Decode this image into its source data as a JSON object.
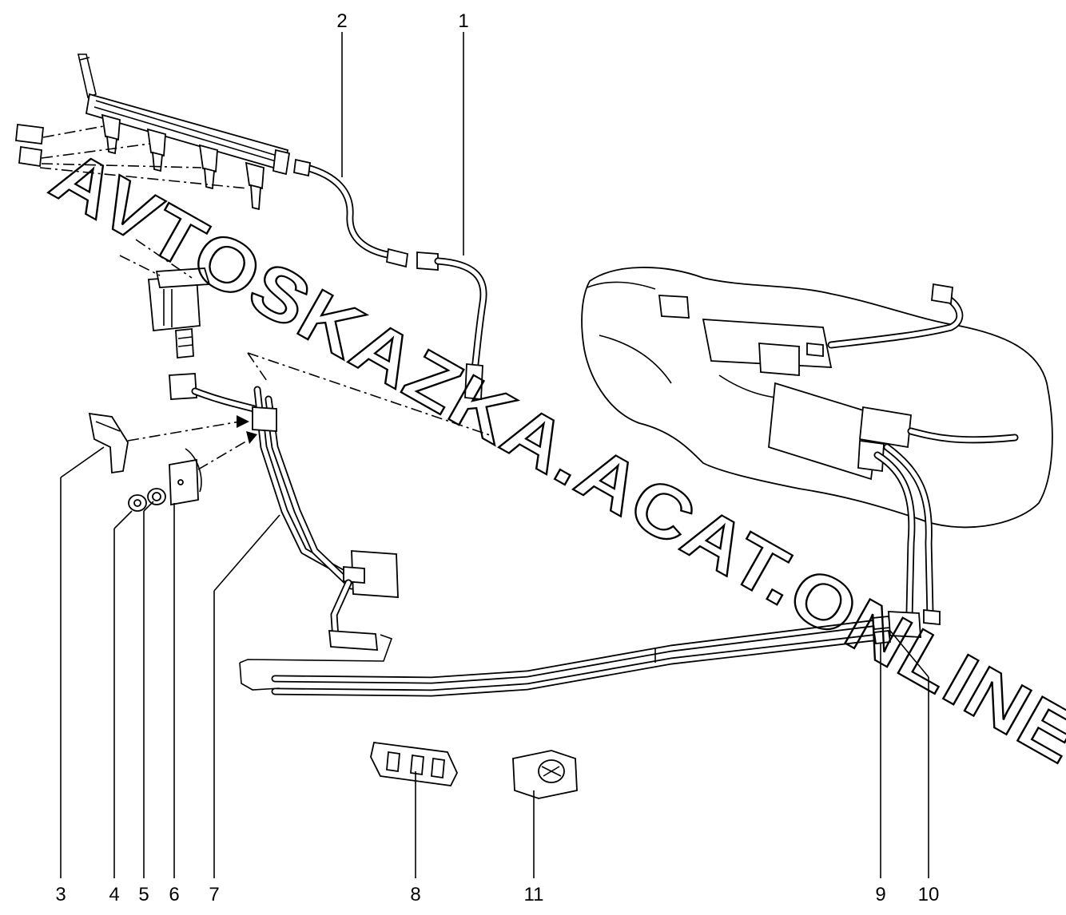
{
  "diagram": {
    "watermark": "AVTOSKAZKA.ACAT.ONLINE",
    "callouts": [
      {
        "id": "c1",
        "label": "1"
      },
      {
        "id": "c2",
        "label": "2"
      },
      {
        "id": "c3",
        "label": "3"
      },
      {
        "id": "c4",
        "label": "4"
      },
      {
        "id": "c5",
        "label": "5"
      },
      {
        "id": "c6",
        "label": "6"
      },
      {
        "id": "c7",
        "label": "7"
      },
      {
        "id": "c8",
        "label": "8"
      },
      {
        "id": "c9",
        "label": "9"
      },
      {
        "id": "c10",
        "label": "10"
      },
      {
        "id": "c11",
        "label": "11"
      }
    ]
  }
}
